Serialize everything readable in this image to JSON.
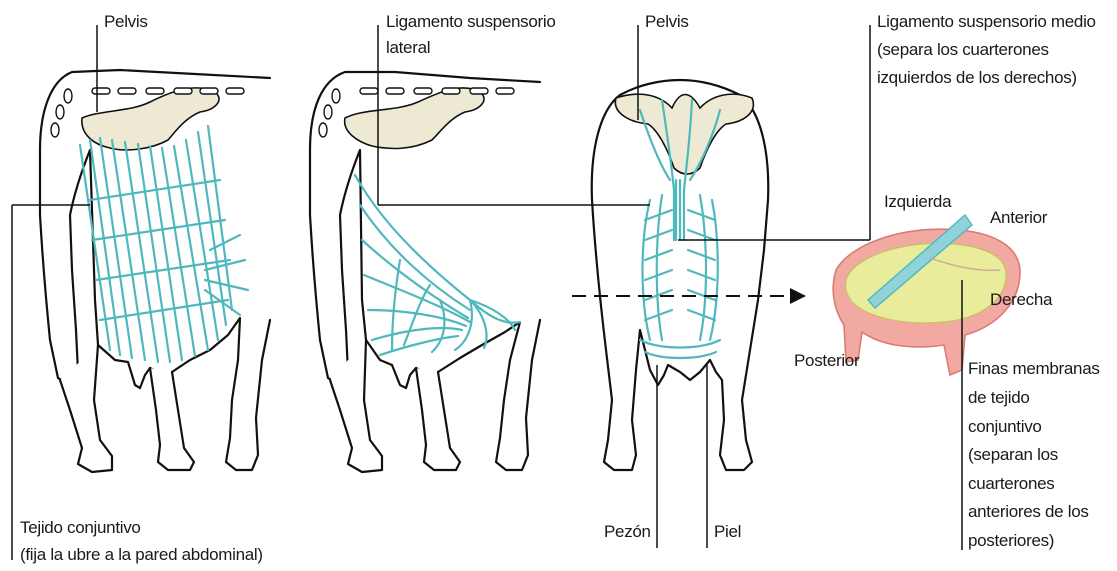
{
  "labels": {
    "pelvis_1": "Pelvis",
    "ligamento_lateral_1": "Ligamento suspensorio",
    "ligamento_lateral_2": "lateral",
    "pelvis_2": "Pelvis",
    "ligamento_medio_1": "Ligamento suspensorio medio",
    "ligamento_medio_2": "(separa los cuarterones",
    "ligamento_medio_3": "izquierdos de los derechos)",
    "izquierda": "Izquierda",
    "anterior": "Anterior",
    "derecha": "Derecha",
    "posterior": "Posterior",
    "finas_1": "Finas membranas",
    "finas_2": "de tejido",
    "finas_3": "conjuntivo",
    "finas_4": "(separan los",
    "finas_5": "cuarterones",
    "finas_6": "anteriores de los",
    "finas_7": "posteriores)",
    "tejido_1": "Tejido conjuntivo",
    "tejido_2": "(fija la ubre a la pared abdominal)",
    "pezon": "Pezón",
    "piel": "Piel"
  },
  "colors": {
    "ligament": "#4fb8bd",
    "bone": "#eee9d3",
    "udder_outer": "#f2a9a2",
    "udder_inner": "#e9ec9a",
    "outline": "#111111"
  }
}
